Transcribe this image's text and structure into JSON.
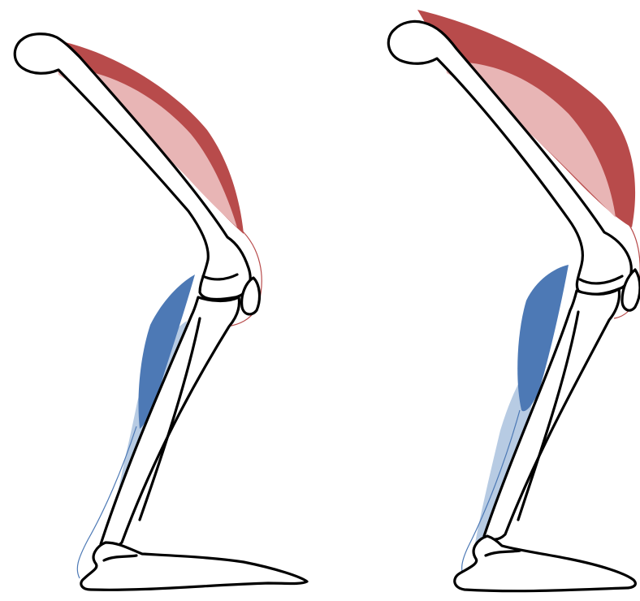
{
  "figure": {
    "panels": [
      {
        "id": "left-leg",
        "variant": "slender"
      },
      {
        "id": "right-leg",
        "variant": "hypertrophied"
      }
    ],
    "colors": {
      "quadriceps_deep": "#b84b4b",
      "quadriceps_light": "#e8b5b5",
      "calf_deep": "#4d79b5",
      "calf_light": "#b7cbe3",
      "bone_outline": "#000000",
      "bone_fill": "#ffffff",
      "background": "#ffffff"
    }
  }
}
